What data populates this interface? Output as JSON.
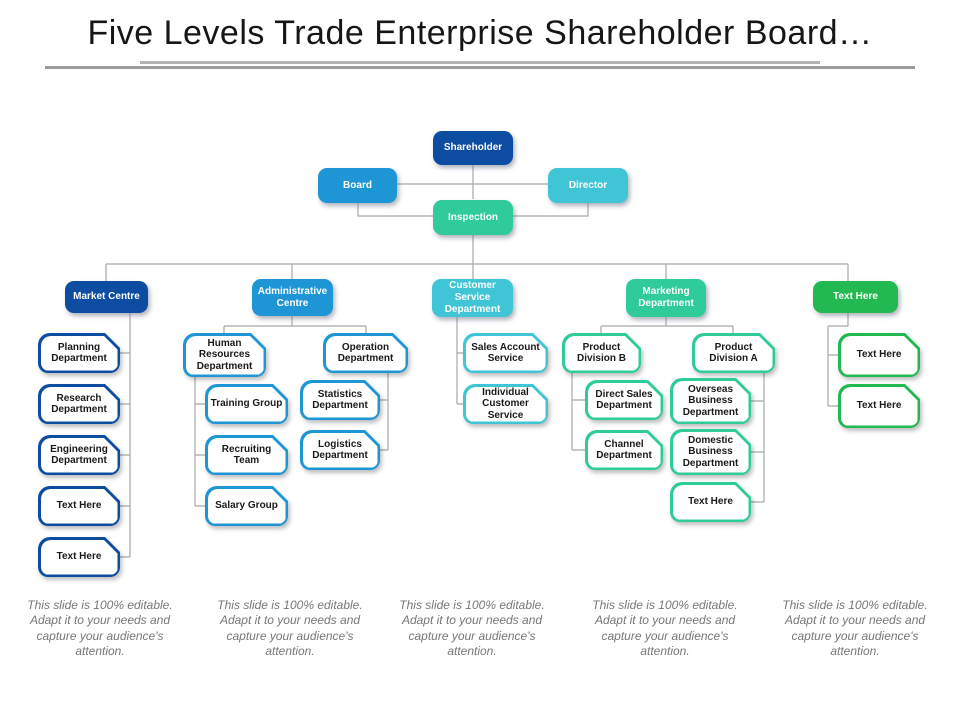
{
  "title": "Five Levels Trade Enterprise Shareholder Board…",
  "palette": {
    "navy": "#0d4da1",
    "blue": "#1e96d5",
    "cyan": "#3fc5d5",
    "teal": "#2fcb98",
    "green": "#22ba50",
    "connector": "#a8a8a8",
    "divider": "#9b9b9b"
  },
  "org": {
    "nodes": {
      "shareholder": "Shareholder",
      "board": "Board",
      "director": "Director",
      "inspection": "Inspection",
      "market_centre": "Market Centre",
      "administrative_centre": "Administrative Centre",
      "customer_service_department": "Customer Service Department",
      "marketing_department": "Marketing Department",
      "text_here_header": "Text Here",
      "planning": "Planning Department",
      "research": "Research Department",
      "engineering": "Engineering Department",
      "market_text_1": "Text Here",
      "market_text_2": "Text Here",
      "hr": "Human Resources Department",
      "operation": "Operation Department",
      "training": "Training Group",
      "recruiting": "Recruiting Team",
      "salary": "Salary Group",
      "statistics": "Statistics Department",
      "logistics": "Logistics Department",
      "sales_account": "Sales Account Service",
      "individual_customer": "Individual Customer Service",
      "product_division_b": "Product Division B",
      "product_division_a": "Product Division A",
      "direct_sales": "Direct Sales Department",
      "channel": "Channel Department",
      "overseas": "Overseas Business Department",
      "domestic": "Domestic Business Department",
      "marketing_text": "Text Here",
      "branch5_text_1": "Text Here",
      "branch5_text_2": "Text Here"
    }
  },
  "footer": {
    "note": "This slide is 100% editable. Adapt it to your needs and capture your audience's attention."
  }
}
